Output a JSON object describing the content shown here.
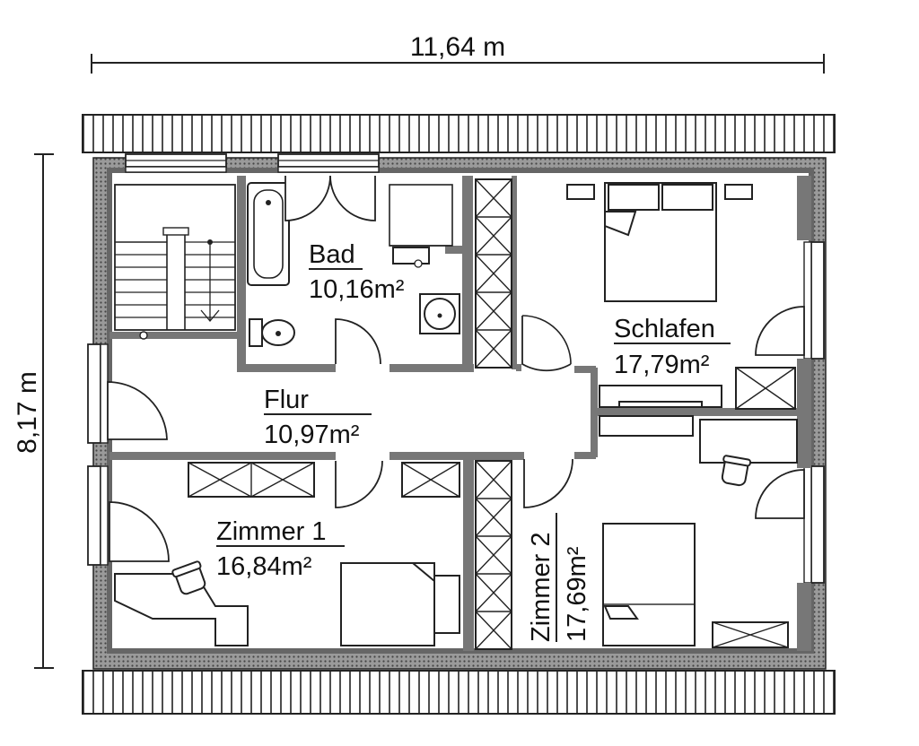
{
  "dimensions": {
    "width": "11,64 m",
    "height": "8,17 m"
  },
  "rooms": [
    {
      "id": "bad",
      "name": "Bad",
      "area": "10,16m²"
    },
    {
      "id": "schlafen",
      "name": "Schlafen",
      "area": "17,79m²"
    },
    {
      "id": "flur",
      "name": "Flur",
      "area": "10,97m²"
    },
    {
      "id": "zimmer1",
      "name": "Zimmer 1",
      "area": "16,84m²"
    },
    {
      "id": "zimmer2",
      "name": "Zimmer 2",
      "area": "17,69m²"
    }
  ]
}
